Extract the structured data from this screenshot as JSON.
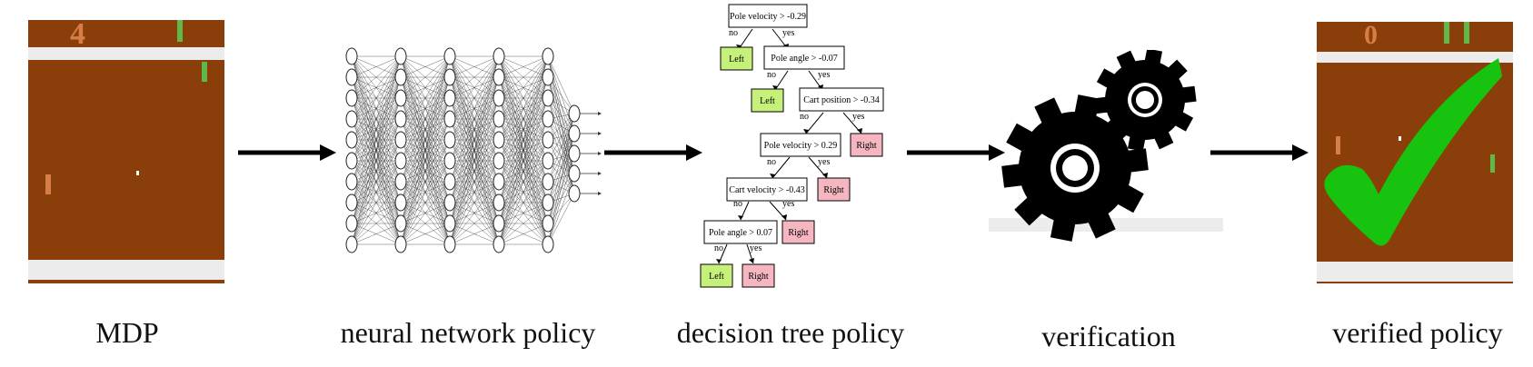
{
  "captions": {
    "mdp": "MDP",
    "nn": "neural network policy",
    "tree": "decision tree policy",
    "verification": "verification",
    "verified": "verified policy"
  },
  "pong_left": {
    "score": "4"
  },
  "pong_right": {
    "score": "0"
  },
  "tree": {
    "node1": "Pole velocity > -0.29",
    "node2": "Pole angle > -0.07",
    "node3": "Cart position > -0.34",
    "node4": "Pole velocity > 0.29",
    "node5": "Cart velocity > -0.43",
    "node6": "Pole angle > 0.07",
    "no": "no",
    "yes": "yes",
    "left": "Left",
    "right": "Right"
  },
  "colors": {
    "pong_field": "#8a3f0a",
    "pong_bar": "#ececec",
    "paddle_green": "#5fb848",
    "paddle_orange": "#d77e47",
    "left_leaf": "#c5f07a",
    "right_leaf": "#f5b6c1",
    "check_green": "#17c30e"
  }
}
